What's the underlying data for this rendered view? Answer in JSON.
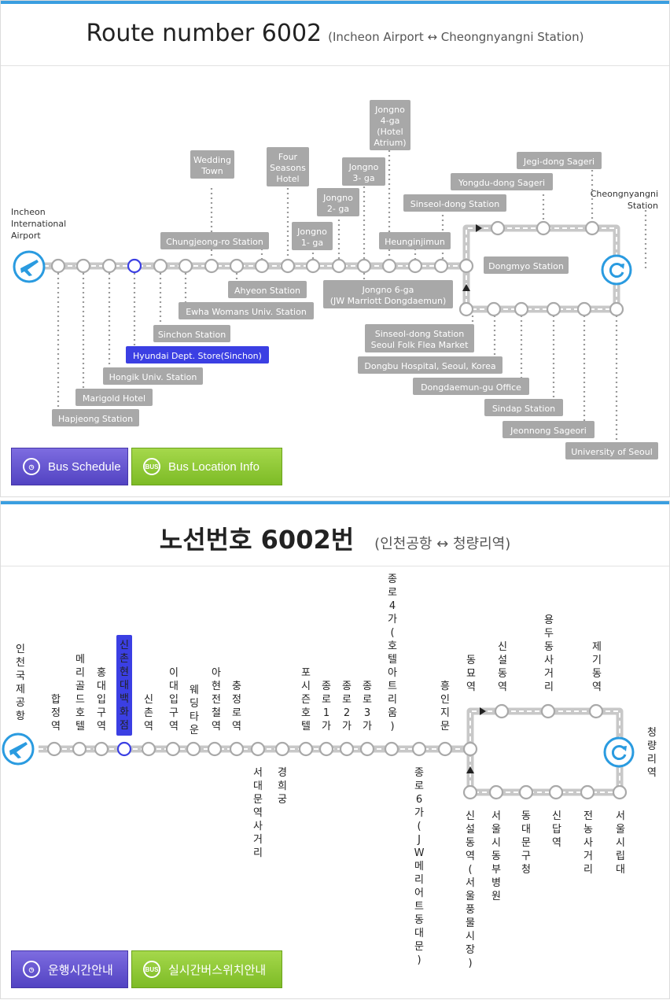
{
  "en": {
    "title": "Route number 6002",
    "subtitle": "(Incheon Airport ↔ Cheongnyangni Station)",
    "terminal_start": "Incheon International Airport",
    "terminal_end": "Cheongnyangni Station",
    "highlight": "Hyundai Dept. Store(Sinchon)",
    "stops": {
      "hapjeong": "Hapjeong Station",
      "marigold": "Marigold Hotel",
      "hongik": "Hongik Univ. Station",
      "hyundai": "Hyundai Dept. Store(Sinchon)",
      "sinchon": "Sinchon Station",
      "ewha": "Ewha Womans Univ. Station",
      "wedding": "Wedding Town",
      "ahyeon": "Ahyeon Station",
      "chungjeongro": "Chungjeong-ro Station",
      "fourseasons": "Four Seasons Hotel",
      "jongno1": "Jongno 1- ga",
      "jongno2": "Jongno 2- ga",
      "jongno3": "Jongno 3- ga",
      "jongno4": "Jongno 4-ga (Hotel Atrium)",
      "jongno6": "Jongno 6-ga (JW Marriott Dongdaemun)",
      "heunginjimun": "Heunginjimun",
      "dongmyo": "Dongmyo Station",
      "sinseol_upper": "Sinseol-dong Station",
      "yongdu": "Yongdu-dong Sageri",
      "jegi": "Jegi-dong Sageri",
      "sinseol_lower": "Sinseol-dong Station Seoul Folk Flea Market",
      "dongbu": "Dongbu Hospital, Seoul, Korea",
      "dongdaemungu": "Dongdaemun-gu Office",
      "sindap": "Sindap Station",
      "jeonnong": "Jeonnong Sageori",
      "uos": "University of Seoul"
    },
    "buttons": {
      "schedule": "Bus Schedule",
      "location": "Bus Location Info"
    }
  },
  "ko": {
    "title": "노선번호 6002번",
    "subtitle": "(인천공항 ↔ 청량리역)",
    "terminal_start": "인천국제공항",
    "terminal_end": "청량리역",
    "stops": {
      "hapjeong": "합정역",
      "marigold": "메리골드호텔",
      "hongik": "홍대입구역",
      "hyundai": "신촌현대백화점",
      "sinchon": "신촌역",
      "ewha": "이대입구역",
      "wedding": "웨딩타운",
      "ahyeon": "아현전철역",
      "chungjeongro": "충정로역",
      "seodaemun": "서대문역사거리",
      "gyeonghuigung": "경희궁",
      "fourseasons": "포시즌호텔",
      "jongno1": "종로1가",
      "jongno2": "종로2가",
      "jongno3": "종로3가",
      "jongno4": "종로4가(호텔아트리움)",
      "jongno6": "종로6가(JW메리어트동대문)",
      "heunginjimun": "흥인지문",
      "dongmyo": "동묘역",
      "sinseol_upper": "신설동역",
      "yongdu": "용두동사거리",
      "jegi": "제기동역",
      "sinseol_lower": "신설동역(서울풍물시장)",
      "dongbu": "서울시동부병원",
      "dongdaemungu": "동대문구청",
      "sindap": "신답역",
      "jeonnong": "전농사거리",
      "uos": "서울시립대"
    },
    "buttons": {
      "schedule": "운행시간안내",
      "location": "실시간버스위치안내"
    }
  },
  "colors": {
    "accent_bar": "#3a9ee0",
    "highlight": "#3b3fe3",
    "label_bg": "#a8a8a8",
    "terminal": "#2a9be0",
    "button_purple": "#5b4bcc",
    "button_green": "#86c22e"
  },
  "icons": {
    "start": "airplane-icon",
    "end": "loop-icon",
    "schedule": "clock-icon",
    "location": "bus-icon",
    "bus_text": "BUS"
  }
}
